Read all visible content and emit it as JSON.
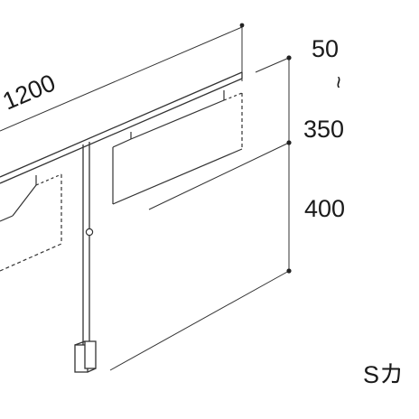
{
  "dimensions": {
    "width_label": "1200",
    "height_min_label": "50",
    "range_symbol": "~",
    "height_max_label": "350",
    "lower_height_label": "400"
  },
  "caption": "Sカ"
}
